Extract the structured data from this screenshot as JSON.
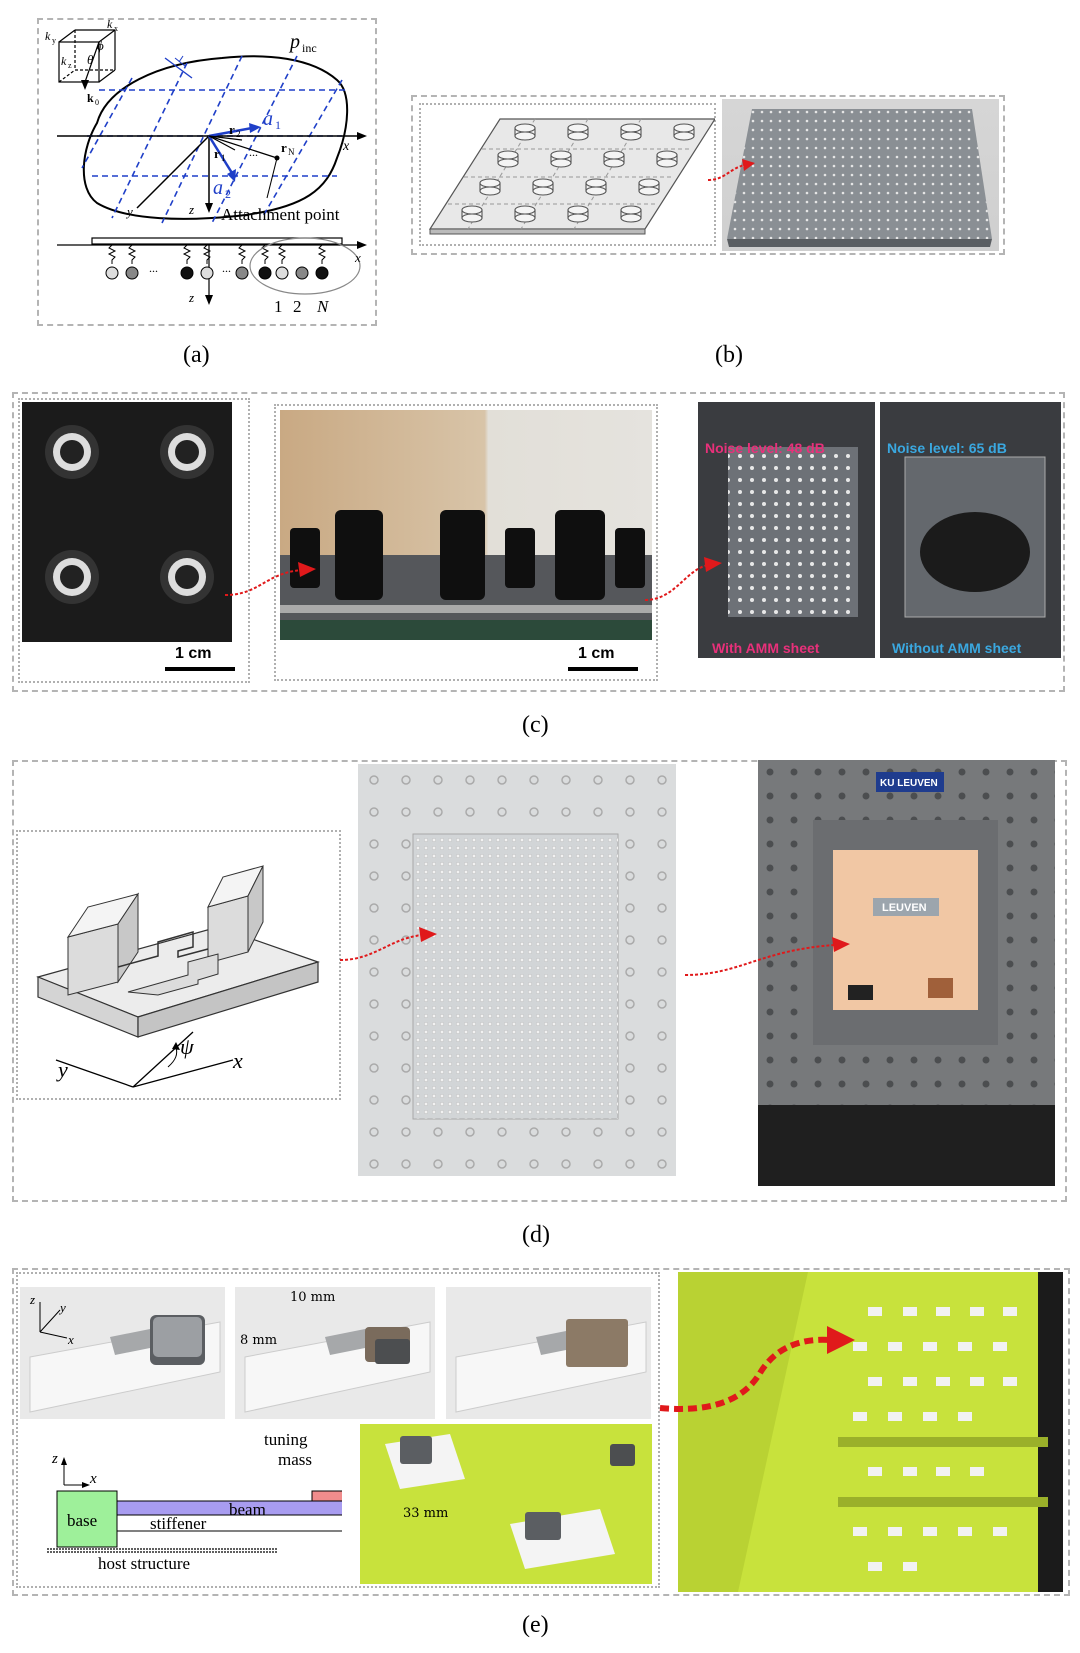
{
  "captions": {
    "a": "(a)",
    "b": "(b)",
    "c": "(c)",
    "d": "(d)",
    "e": "(e)"
  },
  "panel_a": {
    "p_inc": "p",
    "p_inc_sub": "inc",
    "axis_x": "x",
    "axis_y": "y",
    "axis_z": "z",
    "a1": "a",
    "a1_sub": "1",
    "a2": "a",
    "a2_sub": "2",
    "r1": "r",
    "r1_sub": "1",
    "r2": "r",
    "r2_sub": "2",
    "rN": "r",
    "rN_sub": "N",
    "dots": "...",
    "attachment": "Attachment point",
    "k0": "k",
    "k0_sub": "0",
    "kx": "k",
    "kx_sub": "x",
    "ky": "k",
    "ky_sub": "y",
    "kz": "k",
    "kz_sub": "z",
    "phi": "ϕ",
    "theta": "θ",
    "idx1": "1",
    "idx2": "2",
    "idxN": "N",
    "lower_x": "x",
    "lower_z": "z"
  },
  "panel_c": {
    "scale_left": "1 cm",
    "scale_mid": "1 cm",
    "noise_with": "Noise level: 48 dB",
    "noise_without": "Noise level: 65 dB",
    "label_with": "With AMM sheet",
    "label_without": "Without AMM sheet"
  },
  "panel_d": {
    "axis_y": "y",
    "axis_x": "x",
    "angle": "ψ",
    "sign1": "KU LEUVEN",
    "sign2": "LEUVEN"
  },
  "panel_e": {
    "axis_z": "z",
    "axis_y": "y",
    "axis_x": "x",
    "dim_10": "10 mm",
    "dim_8": "8 mm",
    "dim_33": "33 mm",
    "tuning": "tuning",
    "mass": "mass",
    "base": "base",
    "beam": "beam",
    "stiffener": "stiffener",
    "host": "host structure",
    "diag_z": "z",
    "diag_x": "x"
  },
  "colors": {
    "blue_dash": "#1f3fc8",
    "arrow_red": "#e0191b",
    "noise_pink": "#e8307a",
    "noise_blue": "#3aa8e0",
    "base_green": "#9ef09a",
    "beam_purple": "#a89cf0",
    "mass_pink": "#f08c8c",
    "yellow_green": "#c8e23c"
  }
}
